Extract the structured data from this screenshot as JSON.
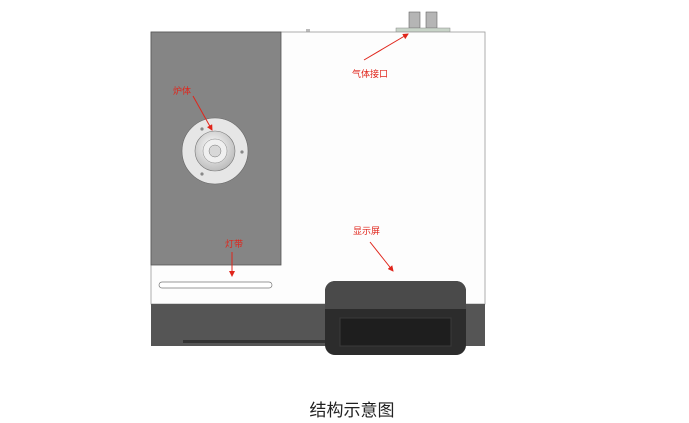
{
  "labels": {
    "gas_port": "气体接口",
    "furnace": "炉体",
    "light_strip": "灯带",
    "display": "显示屏"
  },
  "caption": "结构示意图",
  "colors": {
    "annotation": "#e0251b",
    "panel": "#858585",
    "base": "#555555"
  }
}
